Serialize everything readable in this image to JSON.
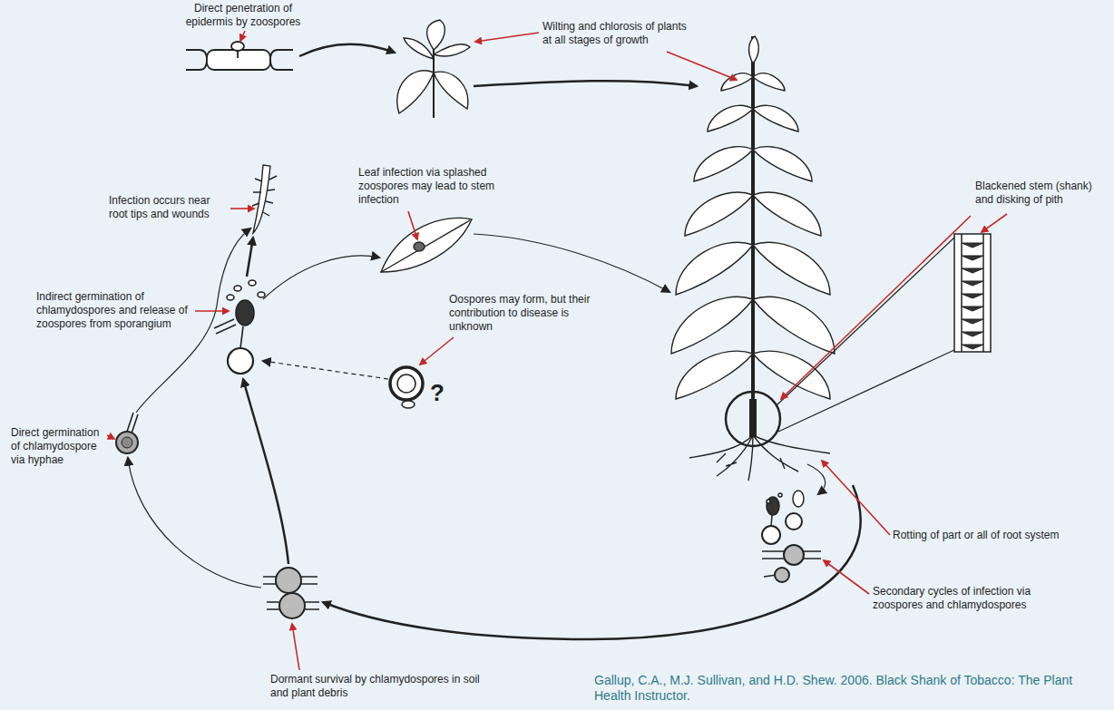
{
  "diagram": {
    "caption": "Gallup, C.A., M.J. Sullivan, and H.D. Shew. 2006. Black Shank of Tobacco: The Plant Health Instructor.",
    "labels": [
      "Direct penetration of epidermis by zoospores",
      "Wilting and chlorosis of plants at all stages of growth",
      "Infection occurs near root tips and wounds",
      "Leaf infection via splashed zoospores may lead to stem infection",
      "Blackened stem (shank) and disking of pith",
      "Indirect germination of chlamydospores and release of zoospores from sporangium",
      "Oospores may form, but their contribution to disease is unknown",
      "?",
      "Direct germination of chlamydospore via hyphae",
      "Rotting of part or all of root system",
      "Secondary cycles of infection via zoospores and chlamydospores",
      "Dormant survival by chlamydospores in soil and plant debris"
    ]
  }
}
